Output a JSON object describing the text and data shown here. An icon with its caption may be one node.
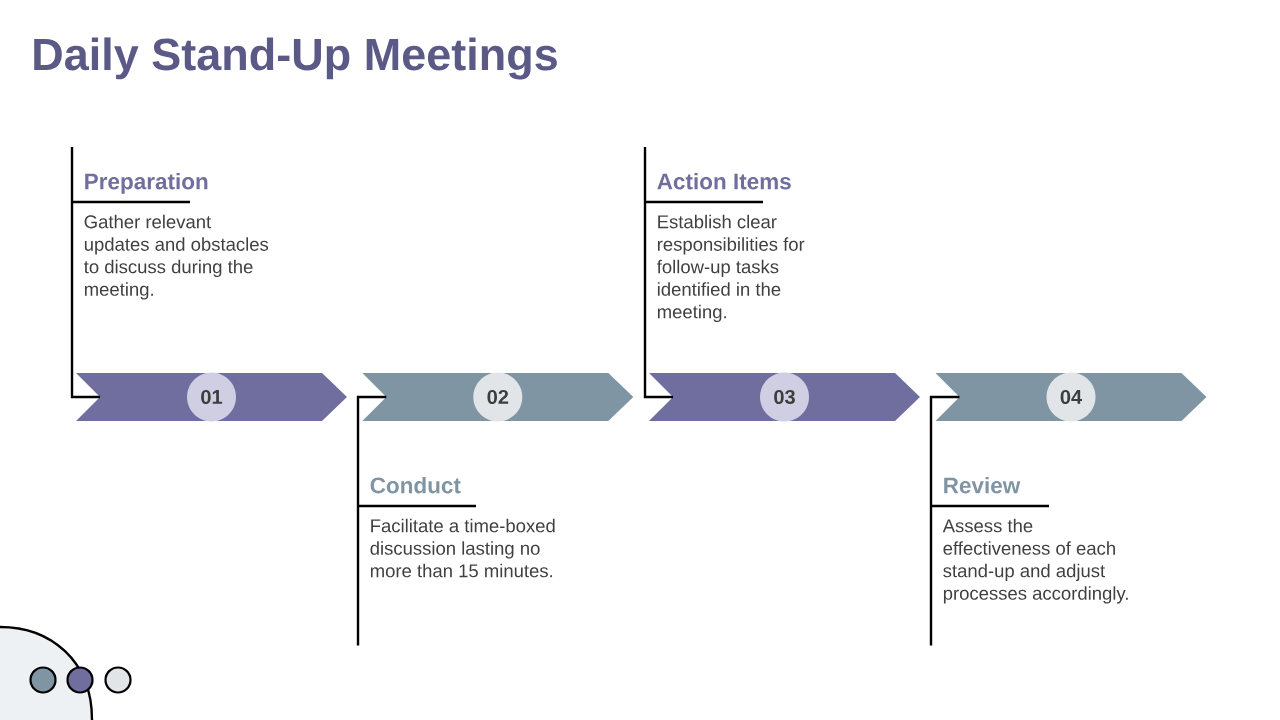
{
  "diagram": {
    "title": "Daily Stand-Up Meetings",
    "nodes": [
      {
        "text": [
          "Preparation",
          "Gather relevant updates and obstacles to discuss during the meeting."
        ]
      },
      {
        "text": [
          "Action Items",
          "Establish clear responsibilities for follow-up tasks identified in the meeting."
        ]
      },
      {
        "text": [],
        "shape": "chevron"
      },
      {
        "text": [
          "01"
        ],
        "in": 2
      },
      {
        "text": [],
        "shape": "chevron"
      },
      {
        "text": [
          "02"
        ],
        "in": 4
      },
      {
        "text": [],
        "shape": "chevron"
      },
      {
        "text": [
          "03"
        ],
        "in": 6
      },
      {
        "text": [],
        "shape": "chevron"
      },
      {
        "text": [
          "04"
        ],
        "in": 8
      },
      {
        "text": [
          "Conduct",
          "Facilitate a time-boxed discussion lasting no more than 15 minutes."
        ]
      },
      {
        "text": [
          "Review",
          "Assess the effectiveness of each stand-up and adjust processes accordingly."
        ]
      }
    ],
    "edges": [
      {
        "from": 0,
        "to": 2,
        "arrow": "none"
      },
      {
        "from": 10,
        "to": 4,
        "arrow": "none"
      },
      {
        "from": 1,
        "to": 6,
        "arrow": "none"
      },
      {
        "from": 11,
        "to": 8,
        "arrow": "none"
      }
    ]
  }
}
